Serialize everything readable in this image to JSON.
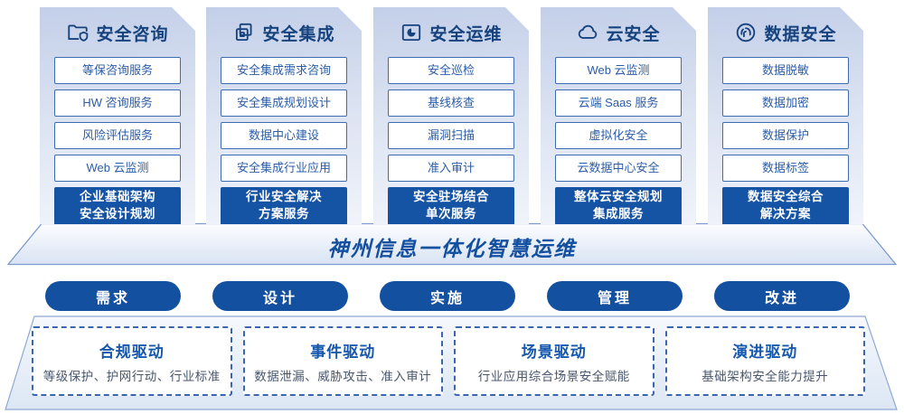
{
  "colors": {
    "primary_dark_blue": "#1553a5",
    "pill_blue": "#1450a0",
    "header_navy": "#16437e",
    "item_text_blue": "#2b5ca8",
    "item_border_blue": "#3e6cb0",
    "card_gradient_top": "#c3cfe9",
    "card_gradient_bottom": "#f0f3fa",
    "driver_desc_gray": "#49566c"
  },
  "columns": [
    {
      "title": "安全咨询",
      "icon": "folder-shield-icon",
      "items": [
        "等保咨询服务",
        "HW 咨询服务",
        "风险评估服务",
        "Web 云监测"
      ],
      "highlight": {
        "line1": "企业基础架构",
        "line2": "安全设计规划"
      }
    },
    {
      "title": "安全集成",
      "icon": "documents-icon",
      "items": [
        "安全集成需求咨询",
        "安全集成规划设计",
        "数据中心建设",
        "安全集成行业应用"
      ],
      "highlight": {
        "line1": "行业安全解决",
        "line2": "方案服务"
      }
    },
    {
      "title": "安全运维",
      "icon": "folder-chart-icon",
      "items": [
        "安全巡检",
        "基线核查",
        "漏洞扫描",
        "准入审计"
      ],
      "highlight": {
        "line1": "安全驻场结合",
        "line2": "单次服务"
      }
    },
    {
      "title": "云安全",
      "icon": "cloud-icon",
      "items": [
        "Web 云监测",
        "云端 Saas 服务",
        "虚拟化安全",
        "云数据中心安全"
      ],
      "highlight": {
        "line1": "整体云安全规划",
        "line2": "集成服务"
      }
    },
    {
      "title": "数据安全",
      "icon": "fingerprint-icon",
      "items": [
        "数据脱敏",
        "数据加密",
        "数据保护",
        "数据标签"
      ],
      "highlight": {
        "line1": "数据安全综合",
        "line2": "解决方案"
      }
    }
  ],
  "banner": {
    "title": "神州信息一体化智慧运维"
  },
  "process_pills": [
    "需求",
    "设计",
    "实施",
    "管理",
    "改进"
  ],
  "drivers": [
    {
      "title": "合规驱动",
      "desc": "等级保护、护网行动、行业标准"
    },
    {
      "title": "事件驱动",
      "desc": "数据泄漏、威胁攻击、准入审计"
    },
    {
      "title": "场景驱动",
      "desc": "行业应用综合场景安全赋能"
    },
    {
      "title": "演进驱动",
      "desc": "基础架构安全能力提升"
    }
  ]
}
